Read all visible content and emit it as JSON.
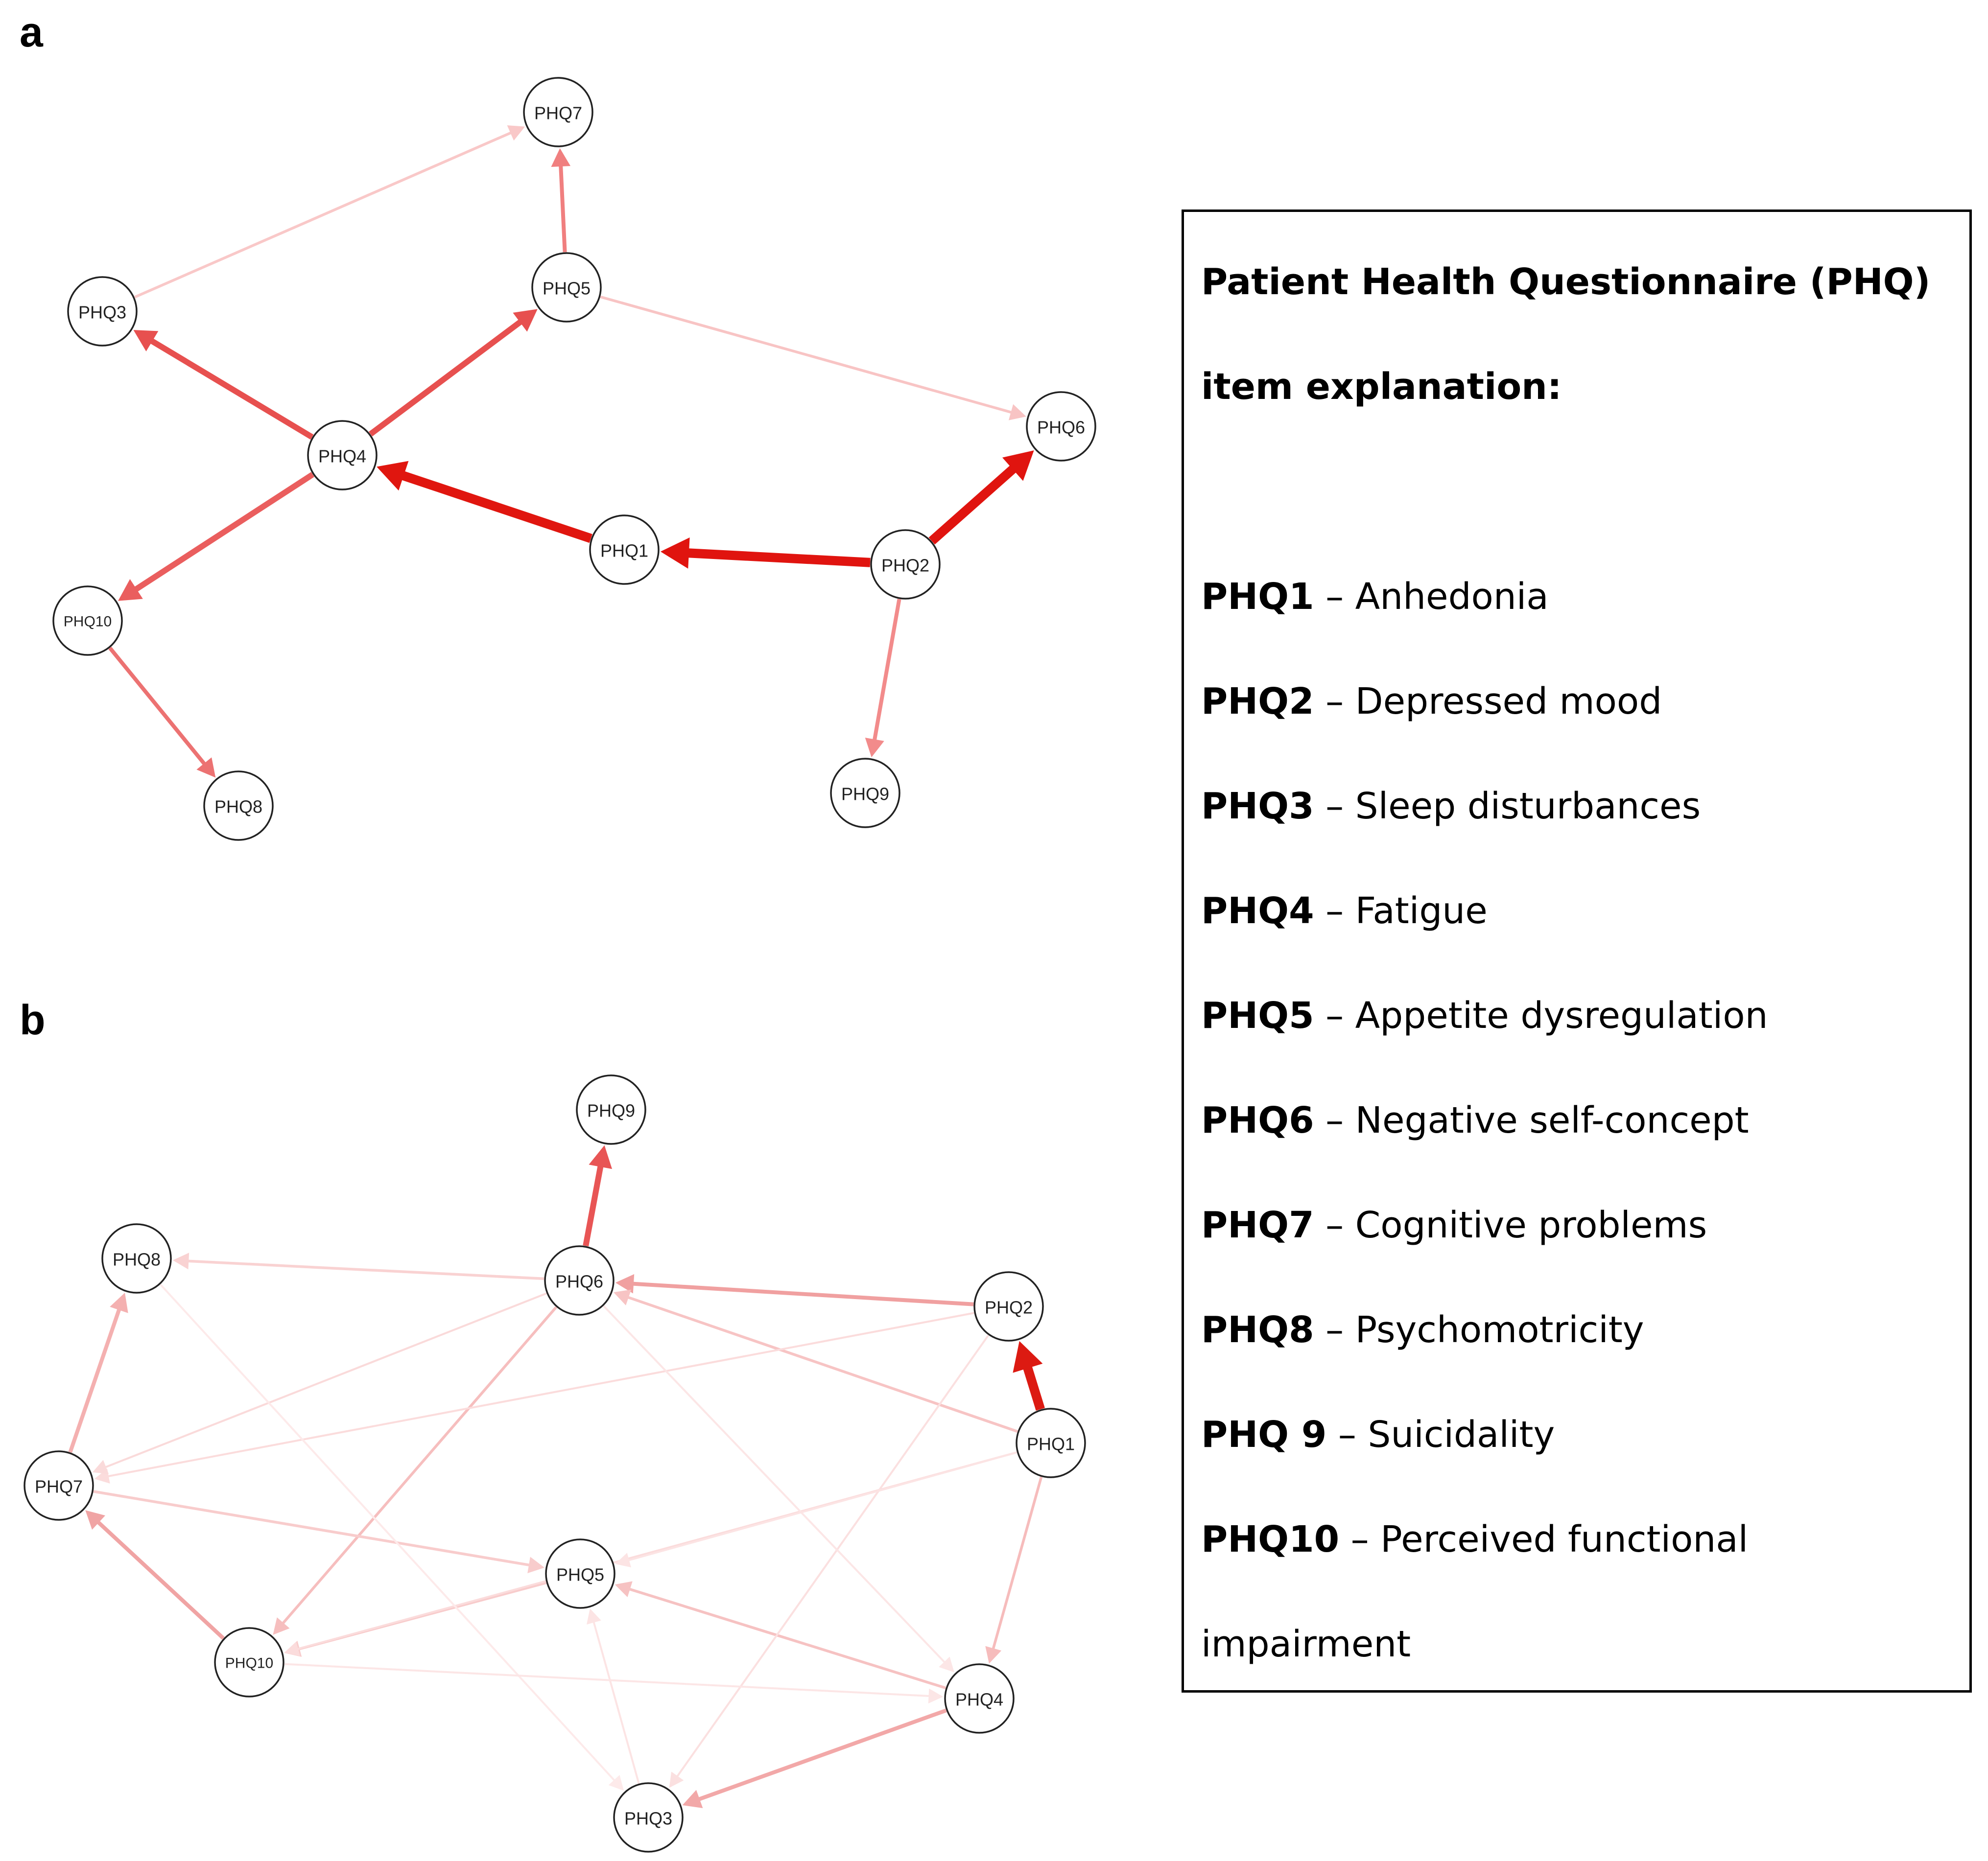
{
  "panels": [
    {
      "letter": "a",
      "nodes": [
        "PHQ7",
        "PHQ3",
        "PHQ5",
        "PHQ4",
        "PHQ6",
        "PHQ1",
        "PHQ2",
        "PHQ10",
        "PHQ8",
        "PHQ9"
      ],
      "edges": [
        {
          "from": "PHQ2",
          "to": "PHQ1",
          "strength": "very strong",
          "color": "#e0140f"
        },
        {
          "from": "PHQ1",
          "to": "PHQ4",
          "strength": "very strong",
          "color": "#e0160f"
        },
        {
          "from": "PHQ2",
          "to": "PHQ6",
          "strength": "very strong",
          "color": "#e0140f"
        },
        {
          "from": "PHQ4",
          "to": "PHQ3",
          "strength": "strong",
          "color": "#e7504f"
        },
        {
          "from": "PHQ4",
          "to": "PHQ5",
          "strength": "strong",
          "color": "#e7504f"
        },
        {
          "from": "PHQ4",
          "to": "PHQ10",
          "strength": "strong",
          "color": "#ea5e5e"
        },
        {
          "from": "PHQ5",
          "to": "PHQ7",
          "strength": "moderate",
          "color": "#f07f7f"
        },
        {
          "from": "PHQ10",
          "to": "PHQ8",
          "strength": "moderate",
          "color": "#ec7272"
        },
        {
          "from": "PHQ2",
          "to": "PHQ9",
          "strength": "moderate",
          "color": "#f28b8b"
        },
        {
          "from": "PHQ3",
          "to": "PHQ7",
          "strength": "weak",
          "color": "#f9c8c8"
        },
        {
          "from": "PHQ5",
          "to": "PHQ6",
          "strength": "weak",
          "color": "#f8c4c4"
        }
      ]
    },
    {
      "letter": "b",
      "nodes": [
        "PHQ9",
        "PHQ8",
        "PHQ6",
        "PHQ2",
        "PHQ1",
        "PHQ7",
        "PHQ5",
        "PHQ10",
        "PHQ4",
        "PHQ3"
      ],
      "edges": [
        {
          "from": "PHQ1",
          "to": "PHQ2",
          "strength": "very strong",
          "color": "#dc1a12"
        },
        {
          "from": "PHQ6",
          "to": "PHQ9",
          "strength": "strong",
          "color": "#e85555"
        },
        {
          "from": "PHQ2",
          "to": "PHQ6",
          "strength": "moderate",
          "color": "#f0a0a0"
        },
        {
          "from": "PHQ10",
          "to": "PHQ7",
          "strength": "moderate",
          "color": "#f0a4a4"
        },
        {
          "from": "PHQ4",
          "to": "PHQ3",
          "strength": "moderate",
          "color": "#f2a8a8"
        },
        {
          "from": "PHQ7",
          "to": "PHQ8",
          "strength": "moderate",
          "color": "#f4b0b0"
        },
        {
          "from": "PHQ1",
          "to": "PHQ4",
          "strength": "weak",
          "color": "#f6bcbc"
        },
        {
          "from": "PHQ6",
          "to": "PHQ10",
          "strength": "weak",
          "color": "#f6bebe"
        },
        {
          "from": "PHQ1",
          "to": "PHQ6",
          "strength": "weak",
          "color": "#f7c4c4"
        },
        {
          "from": "PHQ4",
          "to": "PHQ5",
          "strength": "weak",
          "color": "#f6c2c2"
        },
        {
          "from": "PHQ7",
          "to": "PHQ5",
          "strength": "weak",
          "color": "#f8cccc"
        },
        {
          "from": "PHQ6",
          "to": "PHQ8",
          "strength": "weak",
          "color": "#f9d2d2"
        },
        {
          "from": "PHQ5",
          "to": "PHQ10",
          "strength": "weak",
          "color": "#f8cccc"
        },
        {
          "from": "PHQ1",
          "to": "PHQ10",
          "strength": "faint",
          "color": "#fbdcdc"
        },
        {
          "from": "PHQ2",
          "to": "PHQ7",
          "strength": "faint",
          "color": "#fbdcdc"
        },
        {
          "from": "PHQ6",
          "to": "PHQ7",
          "strength": "faint",
          "color": "#fadada"
        },
        {
          "from": "PHQ2",
          "to": "PHQ3",
          "strength": "faint",
          "color": "#fbe0e0"
        },
        {
          "from": "PHQ6",
          "to": "PHQ4",
          "strength": "faint",
          "color": "#fce6e6"
        },
        {
          "from": "PHQ8",
          "to": "PHQ3",
          "strength": "faint",
          "color": "#fdeaea"
        },
        {
          "from": "PHQ3",
          "to": "PHQ5",
          "strength": "faint",
          "color": "#fce4e4"
        },
        {
          "from": "PHQ10",
          "to": "PHQ4",
          "strength": "faint",
          "color": "#fce6e6"
        },
        {
          "from": "PHQ1",
          "to": "PHQ5",
          "strength": "faint",
          "color": "#fce4e4"
        }
      ]
    }
  ],
  "legend": {
    "title_line1": "Patient Health Questionnaire (PHQ)",
    "title_line2": "item explanation:",
    "items": [
      {
        "code": "PHQ1",
        "text": " – Anhedonia"
      },
      {
        "code": "PHQ2",
        "text": " – Depressed mood"
      },
      {
        "code": "PHQ3",
        "text": " – Sleep disturbances"
      },
      {
        "code": "PHQ4",
        "text": " – Fatigue"
      },
      {
        "code": "PHQ5",
        "text": " – Appetite dysregulation"
      },
      {
        "code": "PHQ6",
        "text": " – Negative self-concept"
      },
      {
        "code": "PHQ7",
        "text": " – Cognitive problems"
      },
      {
        "code": "PHQ8",
        "text": " – Psychomotricity"
      },
      {
        "code": "PHQ 9",
        "text": " – Suicidality"
      },
      {
        "code": "PHQ10",
        "text": " – Perceived functional"
      }
    ],
    "continuation": "impairment"
  }
}
